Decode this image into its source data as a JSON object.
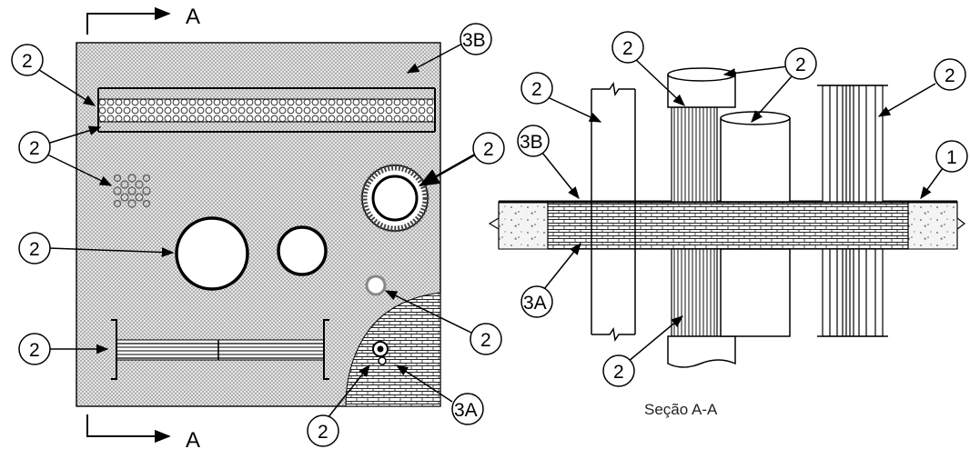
{
  "plan_view": {
    "section_marker_top": "A",
    "section_marker_bottom": "A",
    "callouts": {
      "top_right_coating": "3B",
      "top_left_band": "2",
      "left_band_bottom": "2",
      "right_ring_pipe": "2",
      "large_pipe": "2",
      "small_ring": "2",
      "bottom_left_ibeam": "2",
      "bottom_center": "2",
      "bottom_right_mortar": "3A"
    }
  },
  "section_view": {
    "caption": "Seção A-A",
    "callouts": {
      "top_center": "2",
      "top_center_right": "2",
      "top_right": "2",
      "left": "2",
      "left_coating": "3B",
      "right_wall": "1",
      "bottom_left_mortar": "3A",
      "bottom_center": "2"
    }
  },
  "colors": {
    "line": "#000000",
    "dotted_fill": "#d9d9d9",
    "background": "#ffffff"
  }
}
